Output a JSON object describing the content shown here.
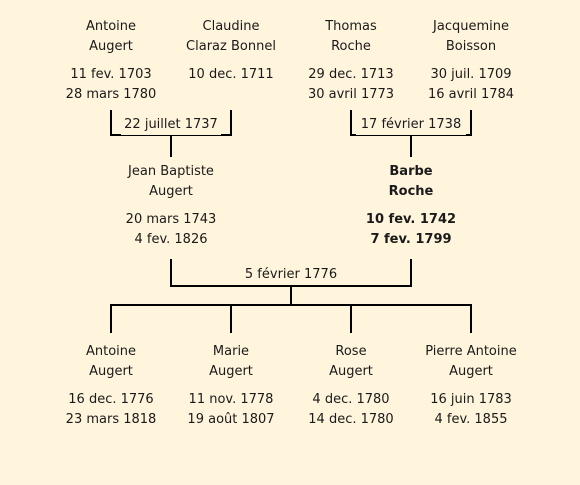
{
  "grandparents_paternal": {
    "father": {
      "first": "Antoine",
      "last": "Augert",
      "born": "11 fev. 1703",
      "died": "28 mars 1780"
    },
    "mother": {
      "first": "Claudine",
      "last": "Claraz Bonnel",
      "born": "10 dec. 1711",
      "died": ""
    },
    "marriage": "22 juillet 1737"
  },
  "grandparents_maternal": {
    "father": {
      "first": "Thomas",
      "last": "Roche",
      "born": "29 dec. 1713",
      "died": "30 avril 1773"
    },
    "mother": {
      "first": "Jacquemine",
      "last": "Boisson",
      "born": "30 juil. 1709",
      "died": "16 avril 1784"
    },
    "marriage": "17 février 1738"
  },
  "parents": {
    "father": {
      "first": "Jean Baptiste",
      "last": "Augert",
      "born": "20 mars 1743",
      "died": "4 fev. 1826"
    },
    "mother": {
      "first": "Barbe",
      "last": "Roche",
      "born": "10 fev. 1742",
      "died": "7 fev. 1799"
    },
    "marriage": "5 février 1776"
  },
  "children": [
    {
      "first": "Antoine",
      "last": "Augert",
      "born": "16 dec. 1776",
      "died": "23 mars 1818"
    },
    {
      "first": "Marie",
      "last": "Augert",
      "born": "11 nov. 1778",
      "died": "19 août 1807"
    },
    {
      "first": "Rose",
      "last": "Augert",
      "born": "4 dec. 1780",
      "died": "14 dec. 1780"
    },
    {
      "first": "Pierre Antoine",
      "last": "Augert",
      "born": "16 juin 1783",
      "died": "4 fev. 1855"
    }
  ]
}
